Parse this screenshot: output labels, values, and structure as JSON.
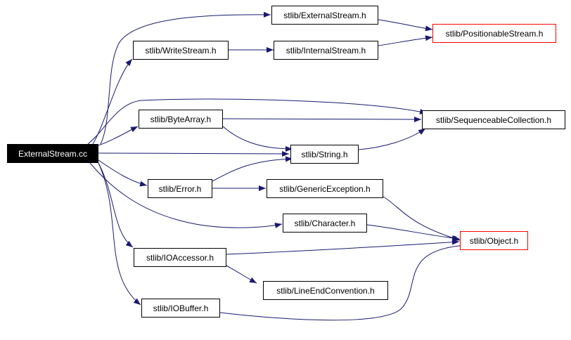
{
  "colors": {
    "edge": "#191970",
    "node_border": "#000000",
    "truncated_border": "#ff0000",
    "root_fill": "#000000",
    "root_text": "#ffffff"
  },
  "nodes": {
    "external_stream_cc": "ExternalStream.cc",
    "external_stream_h": "stlib/ExternalStream.h",
    "positionable_stream_h": "stlib/PositionableStream.h",
    "write_stream_h": "stlib/WriteStream.h",
    "internal_stream_h": "stlib/InternalStream.h",
    "sequenceable_collection_h": "stlib/SequenceableCollection.h",
    "byte_array_h": "stlib/ByteArray.h",
    "string_h": "stlib/String.h",
    "error_h": "stlib/Error.h",
    "generic_exception_h": "stlib/GenericException.h",
    "character_h": "stlib/Character.h",
    "object_h": "stlib/Object.h",
    "io_accessor_h": "stlib/IOAccessor.h",
    "line_end_convention_h": "stlib/LineEndConvention.h",
    "io_buffer_h": "stlib/IOBuffer.h"
  }
}
